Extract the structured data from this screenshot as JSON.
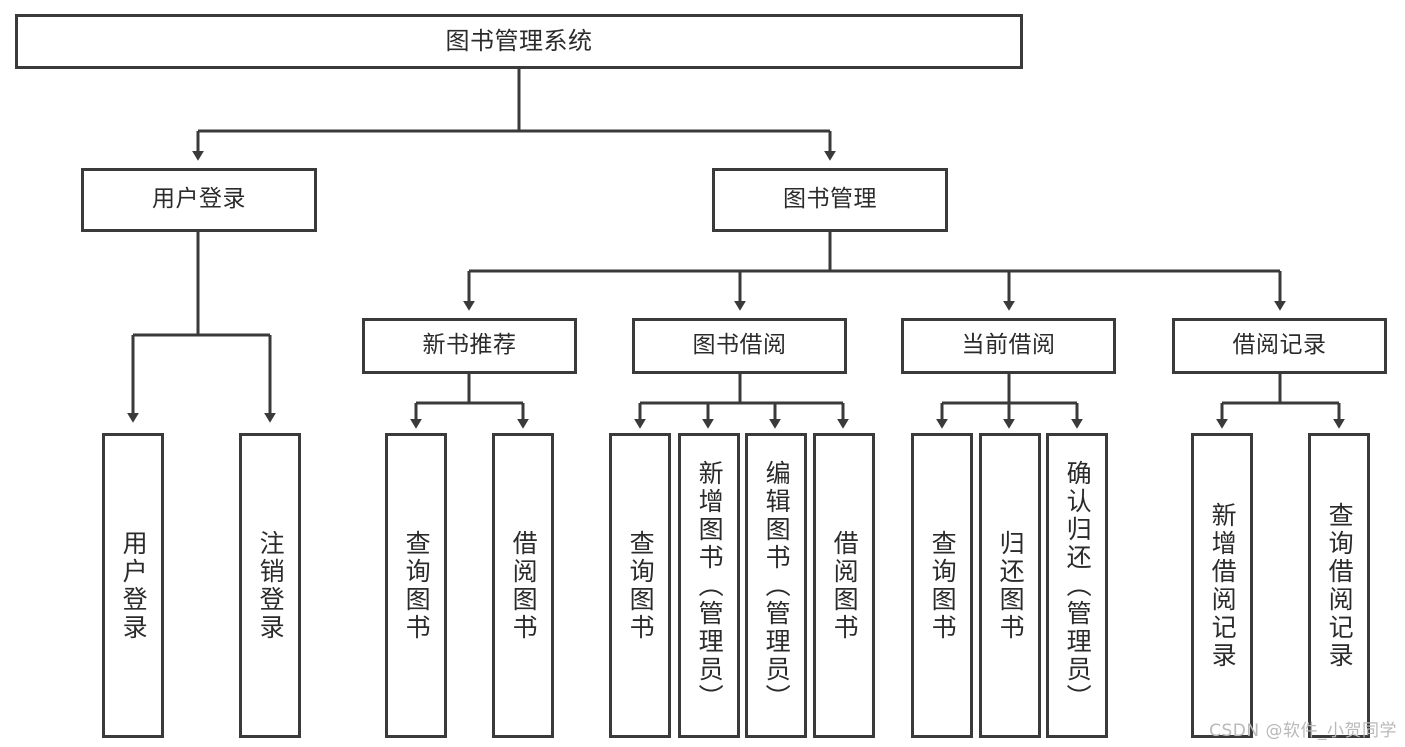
{
  "diagram": {
    "type": "tree-hierarchy",
    "title": "图书管理系统",
    "watermark": "CSDN @软件_小贺同学",
    "stroke_color": "#3a3a3a",
    "fill_color": "#ffffff",
    "text_color": "#2b2b2b",
    "background": "#ffffff",
    "nodes": {
      "root": {
        "label": "图书管理系统",
        "level": 1
      },
      "user_login": {
        "label": "用户登录",
        "level": 2
      },
      "book_manage": {
        "label": "图书管理",
        "level": 2
      },
      "new_book_rec": {
        "label": "新书推荐",
        "level": 3
      },
      "book_borrow": {
        "label": "图书借阅",
        "level": 3
      },
      "current_borrow": {
        "label": "当前借阅",
        "level": 3
      },
      "borrow_record": {
        "label": "借阅记录",
        "level": 3
      },
      "leaf_user_login": {
        "label": "用户登录",
        "level": 3
      },
      "leaf_logout": {
        "label": "注销登录",
        "level": 3
      },
      "leaf_query_book_1": {
        "label": "查询图书",
        "level": 4
      },
      "leaf_borrow_book_1": {
        "label": "借阅图书",
        "level": 4
      },
      "leaf_query_book_2": {
        "label": "查询图书",
        "level": 4
      },
      "leaf_add_book": {
        "label": "新增图书（管理员）",
        "level": 4
      },
      "leaf_edit_book": {
        "label": "编辑图书（管理员）",
        "level": 4
      },
      "leaf_borrow_book_2": {
        "label": "借阅图书",
        "level": 4
      },
      "leaf_query_book_3": {
        "label": "查询图书",
        "level": 4
      },
      "leaf_return_book": {
        "label": "归还图书",
        "level": 4
      },
      "leaf_confirm_return": {
        "label": "确认归还（管理员）",
        "level": 4
      },
      "leaf_add_record": {
        "label": "新增借阅记录",
        "level": 4
      },
      "leaf_query_record": {
        "label": "查询借阅记录",
        "level": 4
      }
    },
    "edges": [
      {
        "from": "root",
        "to": "user_login"
      },
      {
        "from": "root",
        "to": "book_manage"
      },
      {
        "from": "user_login",
        "to": "leaf_user_login"
      },
      {
        "from": "user_login",
        "to": "leaf_logout"
      },
      {
        "from": "book_manage",
        "to": "new_book_rec"
      },
      {
        "from": "book_manage",
        "to": "book_borrow"
      },
      {
        "from": "book_manage",
        "to": "current_borrow"
      },
      {
        "from": "book_manage",
        "to": "borrow_record"
      },
      {
        "from": "new_book_rec",
        "to": "leaf_query_book_1"
      },
      {
        "from": "new_book_rec",
        "to": "leaf_borrow_book_1"
      },
      {
        "from": "book_borrow",
        "to": "leaf_query_book_2"
      },
      {
        "from": "book_borrow",
        "to": "leaf_add_book"
      },
      {
        "from": "book_borrow",
        "to": "leaf_edit_book"
      },
      {
        "from": "book_borrow",
        "to": "leaf_borrow_book_2"
      },
      {
        "from": "current_borrow",
        "to": "leaf_query_book_3"
      },
      {
        "from": "current_borrow",
        "to": "leaf_return_book"
      },
      {
        "from": "current_borrow",
        "to": "leaf_confirm_return"
      },
      {
        "from": "borrow_record",
        "to": "leaf_add_record"
      },
      {
        "from": "borrow_record",
        "to": "leaf_query_record"
      }
    ]
  }
}
